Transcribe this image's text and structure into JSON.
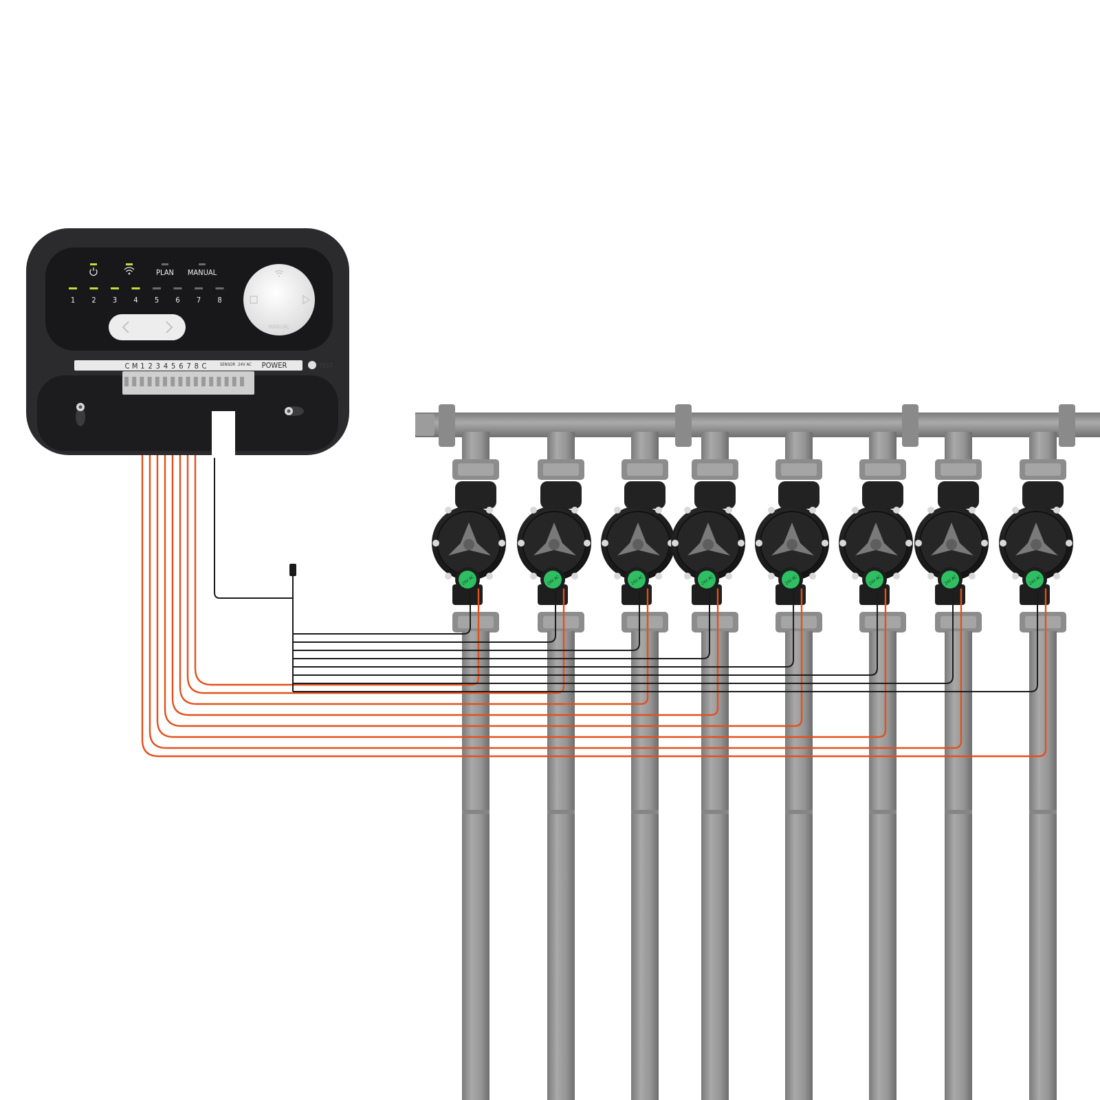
{
  "controller": {
    "plan_label": "PLAN",
    "manual_label": "MANUAL",
    "zone_numbers": [
      "1",
      "2",
      "3",
      "4",
      "5",
      "6",
      "7",
      "8"
    ],
    "zone_led_active": [
      true,
      true,
      true,
      true,
      false,
      false,
      false,
      false
    ],
    "knob_label": "MANUAL",
    "terminal_labels": [
      "C",
      "M",
      "1",
      "2",
      "3",
      "4",
      "5",
      "6",
      "7",
      "8",
      "C"
    ],
    "sensor_label": "SENSOR",
    "voltage_label": "24V AC",
    "power_label": "POWER",
    "test_label": "TEST",
    "icons": [
      "power-icon",
      "wifi-icon"
    ]
  },
  "valves": {
    "count": 8,
    "solenoid_label": "24V AC"
  },
  "colors": {
    "zone_wire": "#e2501c",
    "common_wire": "#1a1a1a",
    "pipe": "#8e8e8e",
    "controller_body": "#2b2b2d",
    "led_active": "#b9e23a",
    "solenoid_cap": "#2fbf62"
  }
}
